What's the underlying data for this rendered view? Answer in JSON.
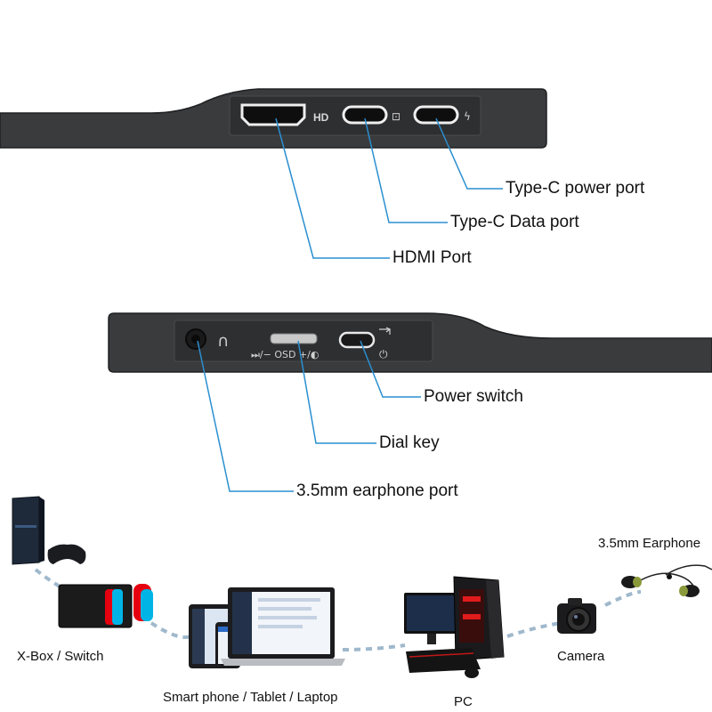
{
  "top_panel": {
    "port_marks": {
      "hdmi": "HD",
      "data": "⊡",
      "power": "ϟ"
    },
    "callouts": {
      "power_port": "Type-C power port",
      "data_port": "Type-C Data port",
      "hdmi_port": "HDMI Port"
    }
  },
  "bottom_panel": {
    "marks": {
      "audio": "∩",
      "dial_text": "⏭/− OSD +/◐",
      "power_text": "⏻"
    },
    "callouts": {
      "power_switch": "Power switch",
      "dial_key": "Dial key",
      "earphone_port": "3.5mm earphone port"
    }
  },
  "devices": {
    "xbox_switch": "X-Box / Switch",
    "phone_tablet_laptop": "Smart phone / Tablet / Laptop",
    "pc": "PC",
    "camera": "Camera",
    "earphone": "3.5mm Earphone"
  },
  "colors": {
    "callout_line": "#2a8fd0",
    "panel_dark": "#3a3b3d",
    "panel_edge": "#1f2022",
    "link_dash": "#9fb8cc"
  }
}
